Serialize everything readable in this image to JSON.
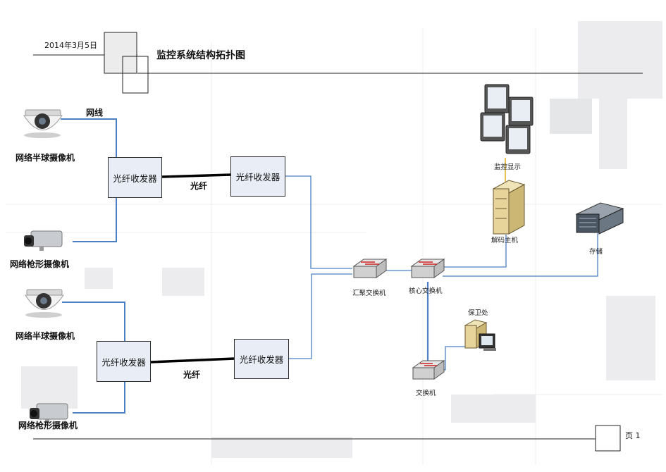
{
  "header": {
    "date": "2014年3月5日",
    "title": "监控系统结构拓扑图"
  },
  "footer": {
    "page_label": "页 1"
  },
  "cameras": {
    "dome_top": "网络半球摄像机",
    "bullet_top": "网络枪形摄像机",
    "dome_bottom": "网络半球摄像机",
    "bullet_bottom": "网络枪形摄像机"
  },
  "links": {
    "net_cable": "网线",
    "fiber_top": "光纤",
    "fiber_bottom": "光纤"
  },
  "transceivers": {
    "top_left": "光纤收发器",
    "top_right": "光纤收发器",
    "bottom_left": "光纤收发器",
    "bottom_right": "光纤收发器"
  },
  "devices": {
    "aggregation_switch": "汇聚交换机",
    "core_switch": "核心交换机",
    "access_switch": "交换机",
    "monitor_display": "监控显示",
    "decoder_host": "解码主机",
    "storage": "存储",
    "security_room": "保卫处"
  },
  "colors": {
    "link_blue": "#4a7fc4",
    "fiber_black": "#000000",
    "box_fill": "#e9eef6",
    "decor_gray": "#e6e8ea"
  }
}
